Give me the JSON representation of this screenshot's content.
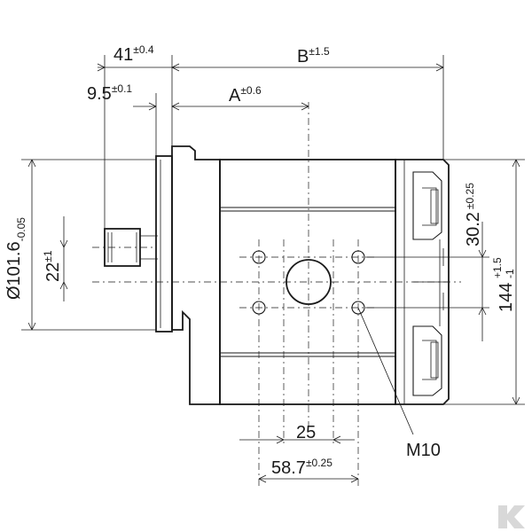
{
  "dimensions": {
    "d41": {
      "value": "41",
      "tol": "±0.4"
    },
    "dB": {
      "value": "B",
      "tol": "±1.5"
    },
    "d95": {
      "value": "9.5",
      "tol": "±0.1"
    },
    "dA": {
      "value": "A",
      "tol": "±0.6"
    },
    "d1016": {
      "value": "Ø101.6",
      "tol": "-0.05"
    },
    "d22": {
      "value": "22",
      "tol": "±1"
    },
    "d302": {
      "value": "30.2",
      "tol": "±0.25"
    },
    "d144": {
      "value": "144",
      "tol_upper": "+1.5",
      "tol_lower": "-1"
    },
    "d25": {
      "value": "25"
    },
    "d587": {
      "value": "58.7",
      "tol": "±0.25"
    }
  },
  "thread_label": "M10",
  "colors": {
    "line": "#1a1a1a",
    "logo": "#d8d8d8"
  }
}
